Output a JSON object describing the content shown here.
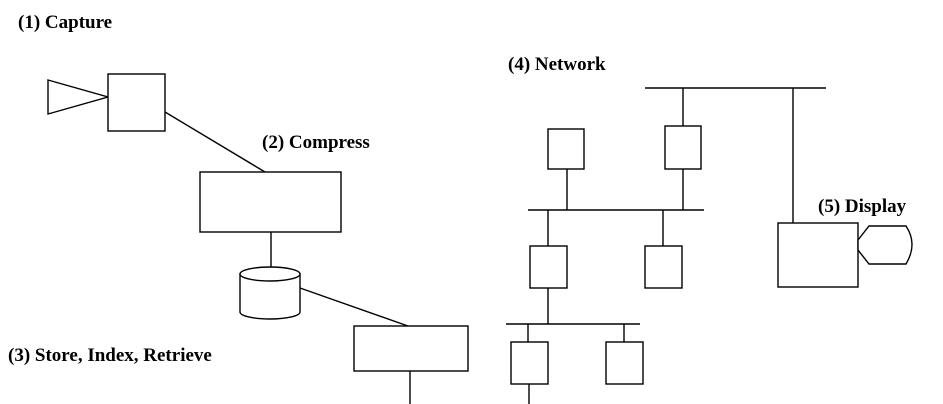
{
  "labels": {
    "capture": "(1) Capture",
    "compress": "(2) Compress",
    "store": "(3) Store, Index, Retrieve",
    "network": "(4) Network",
    "display": "(5) Display"
  }
}
